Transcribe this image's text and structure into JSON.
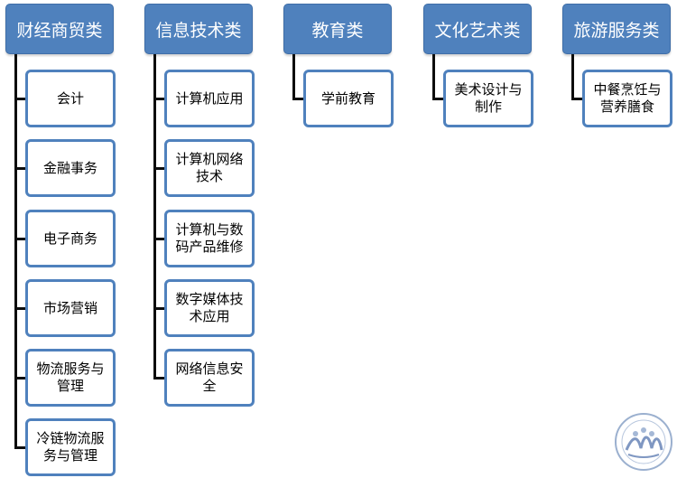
{
  "categories": [
    {
      "label": "财经商贸类",
      "items": [
        "会计",
        "金融事务",
        "电子商务",
        "市场营销",
        "物流服务与管理",
        "冷链物流服务与管理"
      ]
    },
    {
      "label": "信息技术类",
      "items": [
        "计算机应用",
        "计算机网络技术",
        "计算机与数码产品维修",
        "数字媒体技术应用",
        "网络信息安全"
      ]
    },
    {
      "label": "教育类",
      "items": [
        "学前教育"
      ]
    },
    {
      "label": "文化艺术类",
      "items": [
        "美术设计与制作"
      ]
    },
    {
      "label": "旅游服务类",
      "items": [
        "中餐烹饪与营养膳食"
      ]
    }
  ],
  "colors": {
    "header": "#4f81bd",
    "item_border": "#4f81bd",
    "connector": "#0d0d0d"
  },
  "logo": {
    "icon": "school-emblem-icon"
  }
}
